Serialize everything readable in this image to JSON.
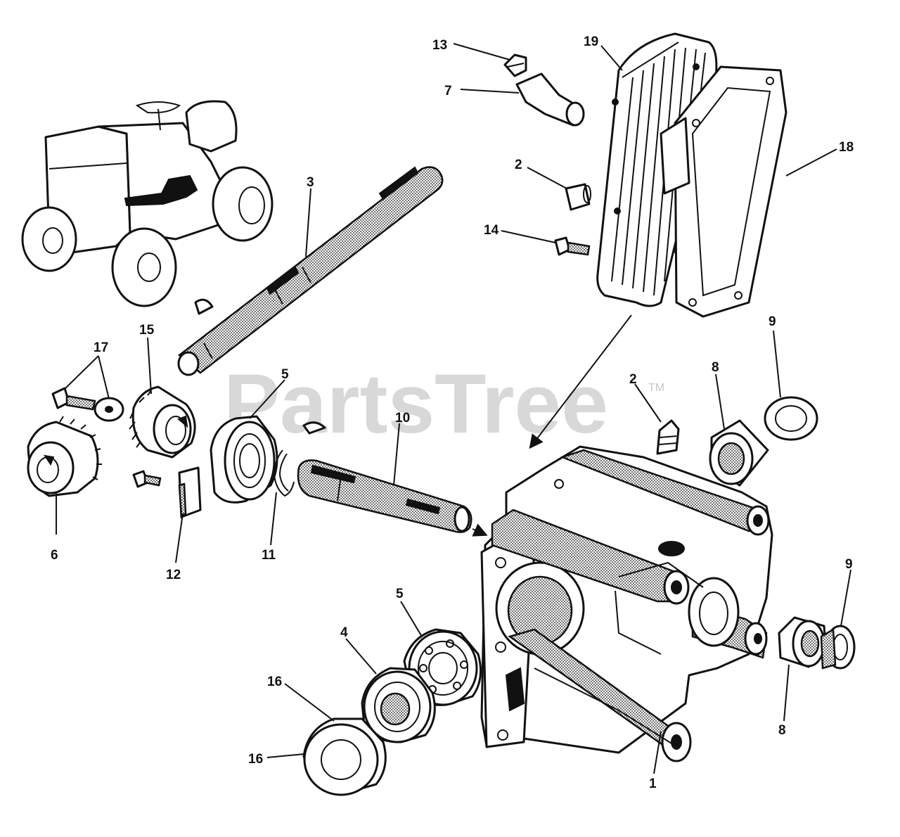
{
  "watermark": {
    "text": "PartsTree",
    "mark": "TM"
  },
  "callouts": [
    {
      "id": "c13",
      "label": "13"
    },
    {
      "id": "c19",
      "label": "19"
    },
    {
      "id": "c7",
      "label": "7"
    },
    {
      "id": "c18",
      "label": "18"
    },
    {
      "id": "c2a",
      "label": "2"
    },
    {
      "id": "c3",
      "label": "3"
    },
    {
      "id": "c14",
      "label": "14"
    },
    {
      "id": "c9a",
      "label": "9"
    },
    {
      "id": "c17",
      "label": "17"
    },
    {
      "id": "c15",
      "label": "15"
    },
    {
      "id": "c5a",
      "label": "5"
    },
    {
      "id": "c2b",
      "label": "2"
    },
    {
      "id": "c8a",
      "label": "8"
    },
    {
      "id": "c10",
      "label": "10"
    },
    {
      "id": "c6",
      "label": "6"
    },
    {
      "id": "c12",
      "label": "12"
    },
    {
      "id": "c11",
      "label": "11"
    },
    {
      "id": "c9b",
      "label": "9"
    },
    {
      "id": "c5b",
      "label": "5"
    },
    {
      "id": "c4",
      "label": "4"
    },
    {
      "id": "c16a",
      "label": "16"
    },
    {
      "id": "c16b",
      "label": "16"
    },
    {
      "id": "c8b",
      "label": "8"
    },
    {
      "id": "c1",
      "label": "1"
    }
  ]
}
